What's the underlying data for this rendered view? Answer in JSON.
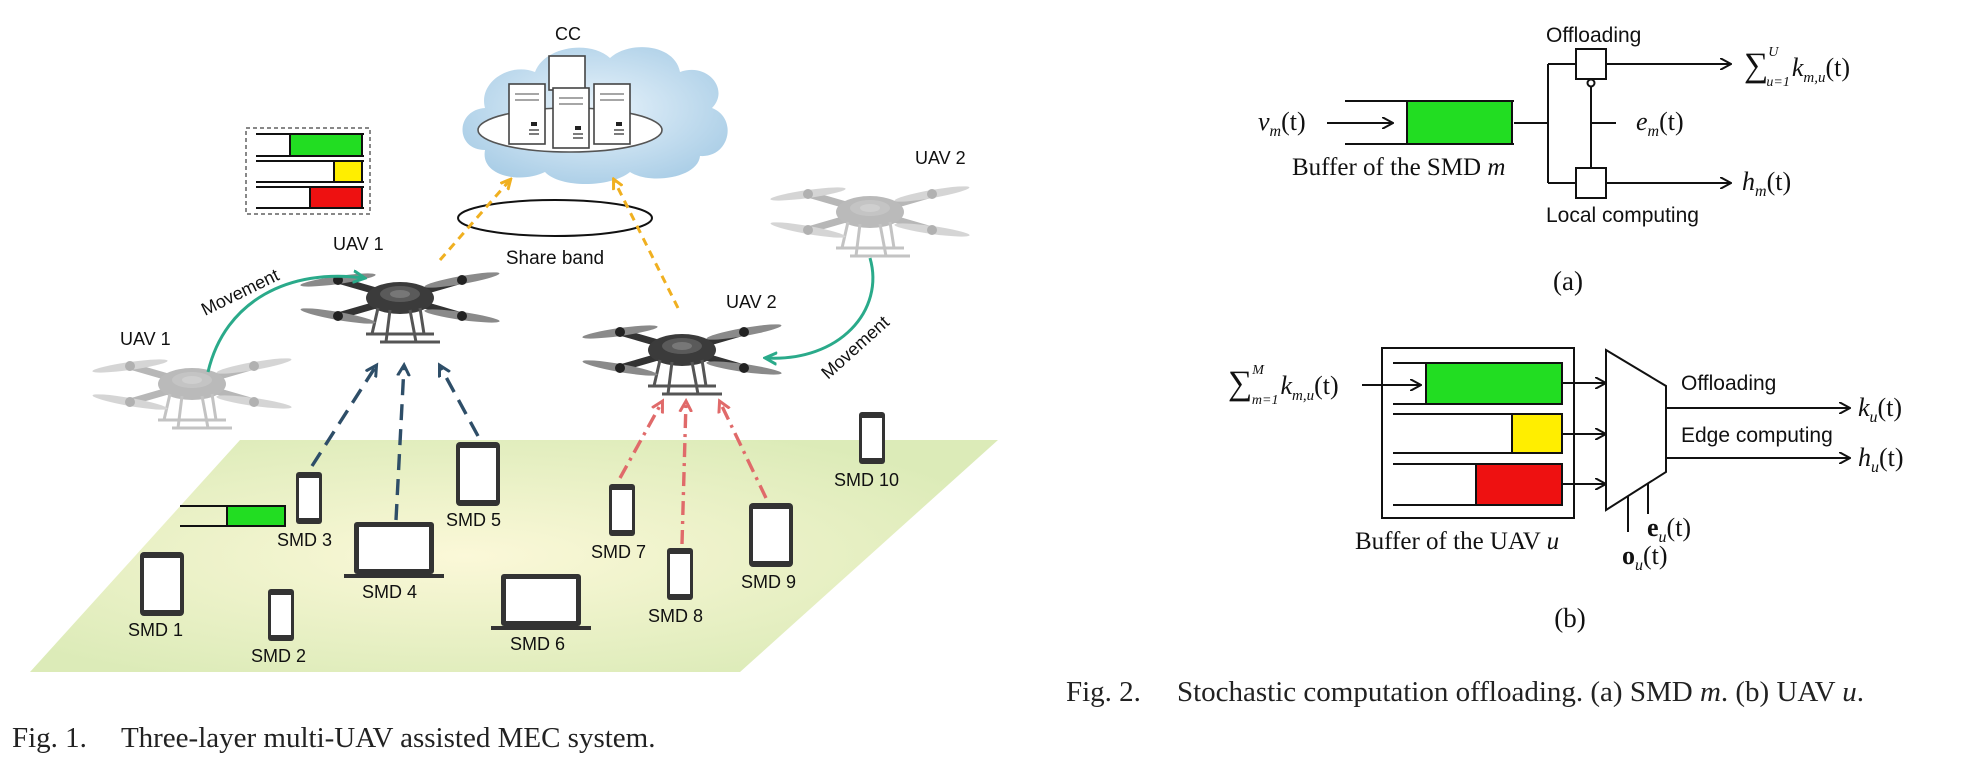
{
  "fig1": {
    "caption_num": "Fig. 1.",
    "caption_text": "Three-layer multi-UAV assisted MEC system.",
    "cc_label": "CC",
    "share_band_label": "Share band",
    "uav_labels": [
      "UAV 1",
      "UAV 1",
      "UAV 2",
      "UAV 2"
    ],
    "movement_labels": [
      "Movement",
      "Movement"
    ],
    "smd_labels": [
      "SMD 1",
      "SMD 2",
      "SMD 3",
      "SMD 4",
      "SMD 5",
      "SMD 6",
      "SMD 7",
      "SMD 8",
      "SMD 9",
      "SMD 10"
    ]
  },
  "fig2": {
    "caption_num": "Fig. 2.",
    "caption_text_1": "Stochastic computation offloading. (a) SMD ",
    "caption_m": "m",
    "caption_text_2": ". (b) UAV ",
    "caption_u": "u",
    "caption_text_3": ".",
    "a": {
      "offloading": "Offloading",
      "local_computing": "Local computing",
      "buffer_label_1": "Buffer of the SMD ",
      "buffer_label_m": "m",
      "input_v": "v",
      "input_v_sub": "m",
      "e_var": "e",
      "e_sub": "m",
      "h_var": "h",
      "h_sub": "m",
      "arg": "(t)",
      "sum_upper": "U",
      "sum_lower": "u=1",
      "sum_k": "k",
      "sum_k_sub": "m,u",
      "panel_label": "(a)"
    },
    "b": {
      "offloading": "Offloading",
      "edge_computing": "Edge computing",
      "buffer_label_1": "Buffer of the UAV ",
      "buffer_label_u": "u",
      "sum_upper": "M",
      "sum_lower": "m=1",
      "sum_k": "k",
      "sum_k_sub": "m,u",
      "arg": "(t)",
      "k_var": "k",
      "k_sub": "u",
      "h_var": "h",
      "h_sub": "u",
      "e_var": "e",
      "e_sub": "u",
      "o_var": "o",
      "o_sub": "u",
      "panel_label": "(b)"
    }
  },
  "colors": {
    "green": "#22dd22",
    "yellow": "#ffee00",
    "red": "#ee1111",
    "teal": "#2aaa8a",
    "orange": "#f0b020",
    "navy": "#2e4e68",
    "salmon": "#e06a6a",
    "plane": "#e6f0c4"
  }
}
